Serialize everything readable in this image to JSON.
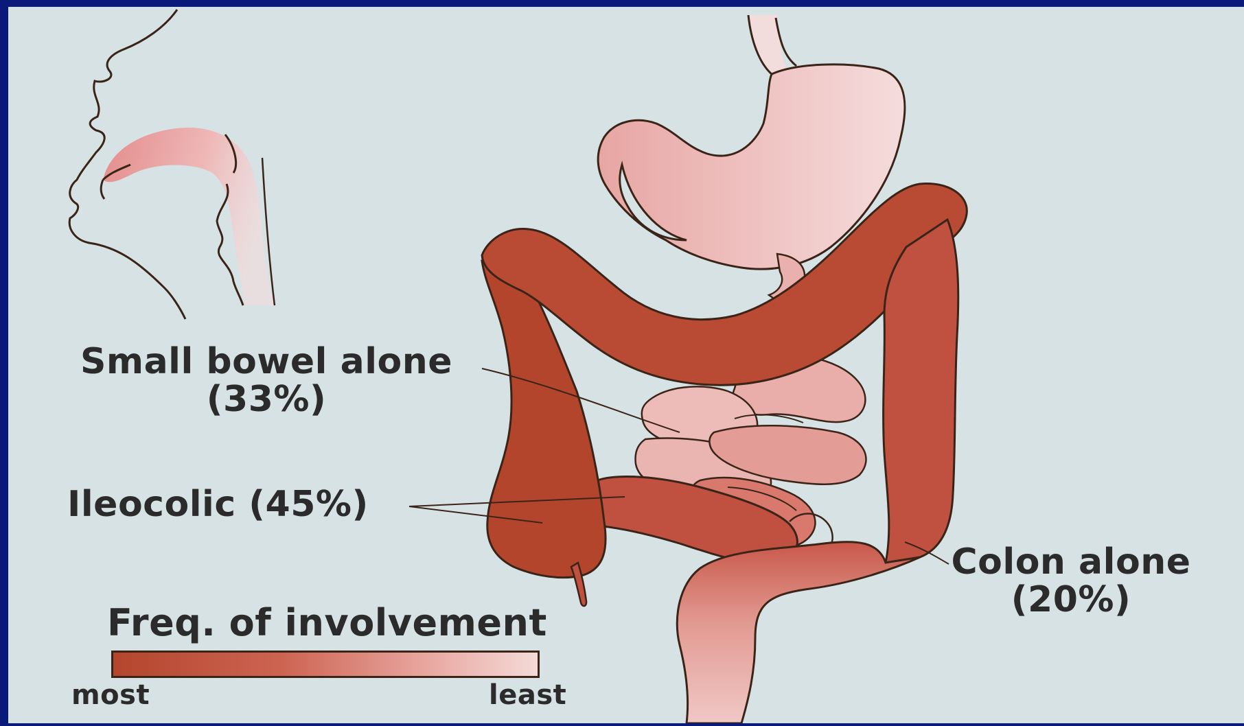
{
  "labels": {
    "small_bowel_line1": "Small bowel alone",
    "small_bowel_line2": "(33%)",
    "ileocolic": "Ileocolic (45%)",
    "colon_line1": "Colon alone",
    "colon_line2": "(20%)"
  },
  "legend": {
    "title": "Freq. of involvement",
    "most_label": "most",
    "least_label": "least",
    "colors": {
      "most": "#b4452d",
      "least": "#f4dad8"
    }
  },
  "colors": {
    "frame": "#0a1a7a",
    "background": "#d6e2e4",
    "outline": "#3a2418",
    "text": "#2b2b2b"
  }
}
